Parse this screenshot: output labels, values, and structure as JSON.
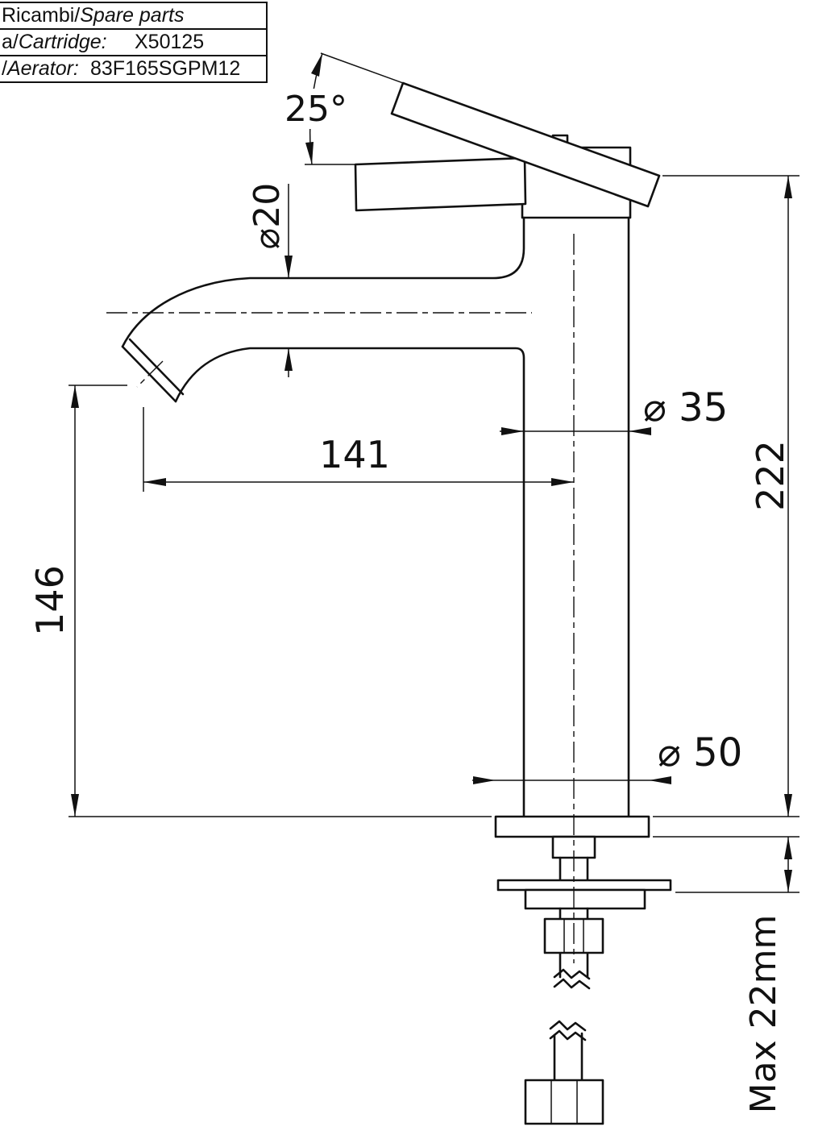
{
  "table": {
    "rows": [
      {
        "prefix": "Ricambi/",
        "name": "Spare parts",
        "value": ""
      },
      {
        "prefix": "a/",
        "name": "Cartridge:",
        "value": "X50125"
      },
      {
        "prefix": "/",
        "name": "Aerator:",
        "value": "83F165SGPM12"
      }
    ]
  },
  "dims": {
    "angle": "25°",
    "spout_d": "⌀20",
    "reach": "141",
    "spout_h": "146",
    "body_d": "⌀ 35",
    "total_h": "222",
    "base_d": "⌀ 50",
    "max_counter": "Max 22mm"
  }
}
